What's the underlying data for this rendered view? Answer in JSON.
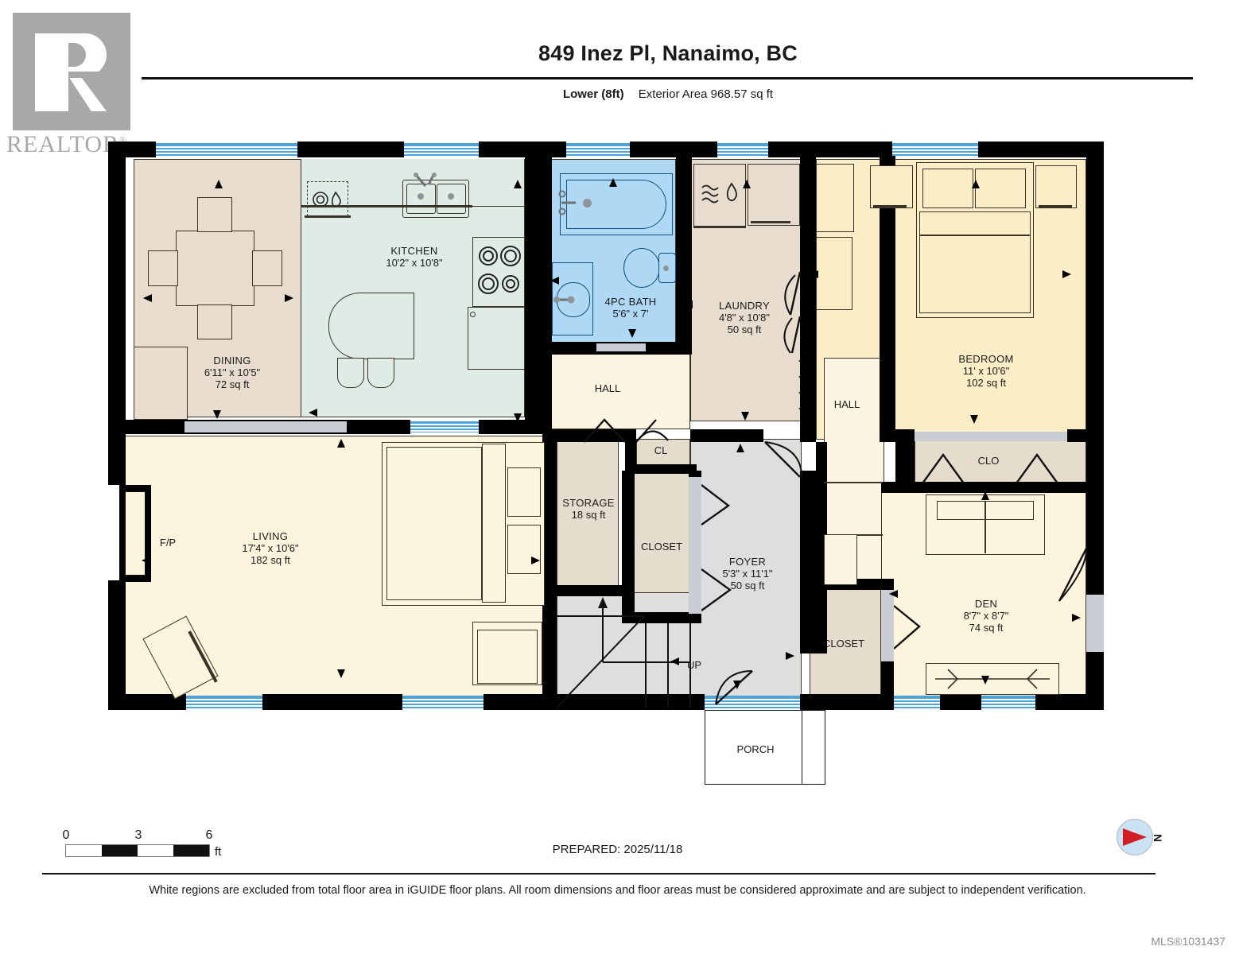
{
  "logo": {
    "brand": "REALTOR",
    "reg": "®"
  },
  "header": {
    "title": "849 Inez Pl, Nanaimo, BC",
    "level": "Lower (8ft)",
    "exterior_area": "Exterior Area 968.57 sq ft"
  },
  "colors": {
    "wall": "#000000",
    "window": "#4da3d8",
    "kitchen_fill": "#dfece6",
    "bath_fill": "#aed8f4",
    "dining_fill": "#e7dccd",
    "living_fill": "#fcf4dc",
    "bedroom_fill": "#fbeec6",
    "foyer_fill": "#dedede",
    "closet_fill": "#e5dccd",
    "hall_fill": "#fcf5e2",
    "threshold": "#c9cdd4",
    "compass_needle": "#d21f26",
    "compass_disc": "#c9e3f5"
  },
  "rooms": [
    {
      "id": "dining",
      "name": "DINING",
      "dims": "6'11\" x 10'5\"",
      "area": "72 sq ft"
    },
    {
      "id": "kitchen",
      "name": "KITCHEN",
      "dims": "10'2\" x 10'8\"",
      "area": ""
    },
    {
      "id": "bath",
      "name": "4PC BATH",
      "dims": "5'6\" x 7'",
      "area": ""
    },
    {
      "id": "laundry",
      "name": "LAUNDRY",
      "dims": "4'8\" x 10'8\"",
      "area": "50 sq ft"
    },
    {
      "id": "bedroom",
      "name": "BEDROOM",
      "dims": "11' x 10'6\"",
      "area": "102 sq ft"
    },
    {
      "id": "living",
      "name": "LIVING",
      "dims": "17'4\" x 10'6\"",
      "area": "182 sq ft"
    },
    {
      "id": "foyer",
      "name": "FOYER",
      "dims": "5'3\" x 11'1\"",
      "area": "50 sq ft"
    },
    {
      "id": "den",
      "name": "DEN",
      "dims": "8'7\" x 8'7\"",
      "area": "74 sq ft"
    },
    {
      "id": "storage",
      "name": "STORAGE",
      "dims": "",
      "area": "18 sq ft"
    }
  ],
  "labels": {
    "hall_center": "HALL",
    "hall_right": "HALL",
    "cl": "CL",
    "closet_center": "CLOSET",
    "closet_right": "CLOSET",
    "clo": "CLO",
    "fp": "F/P",
    "up": "UP",
    "porch": "PORCH"
  },
  "scale": {
    "t0": "0",
    "t3": "3",
    "t6": "6",
    "unit": "ft"
  },
  "footer": {
    "prepared": "PREPARED: 2025/11/18",
    "disclaimer": "White regions are excluded from total floor area in iGUIDE floor plans. All room dimensions and floor areas must be considered approximate and are subject to independent verification.",
    "mls": "MLS®1031437",
    "compass_north": "N"
  }
}
